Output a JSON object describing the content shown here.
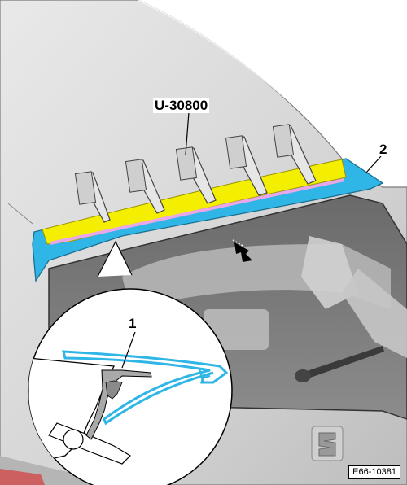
{
  "labels": {
    "tool": "U-30800",
    "spoiler": "2",
    "clip": "1"
  },
  "figure_code": "E66-10381",
  "colors": {
    "spoiler": "#2fb6e6",
    "adhesive": "#f4ef00",
    "seal": "#e9a6e8",
    "body": "#d6d6d6",
    "glass": "#7f7f7f"
  },
  "icons": [
    "seat-logo",
    "direction-arrow-icon",
    "wiper-arm"
  ]
}
